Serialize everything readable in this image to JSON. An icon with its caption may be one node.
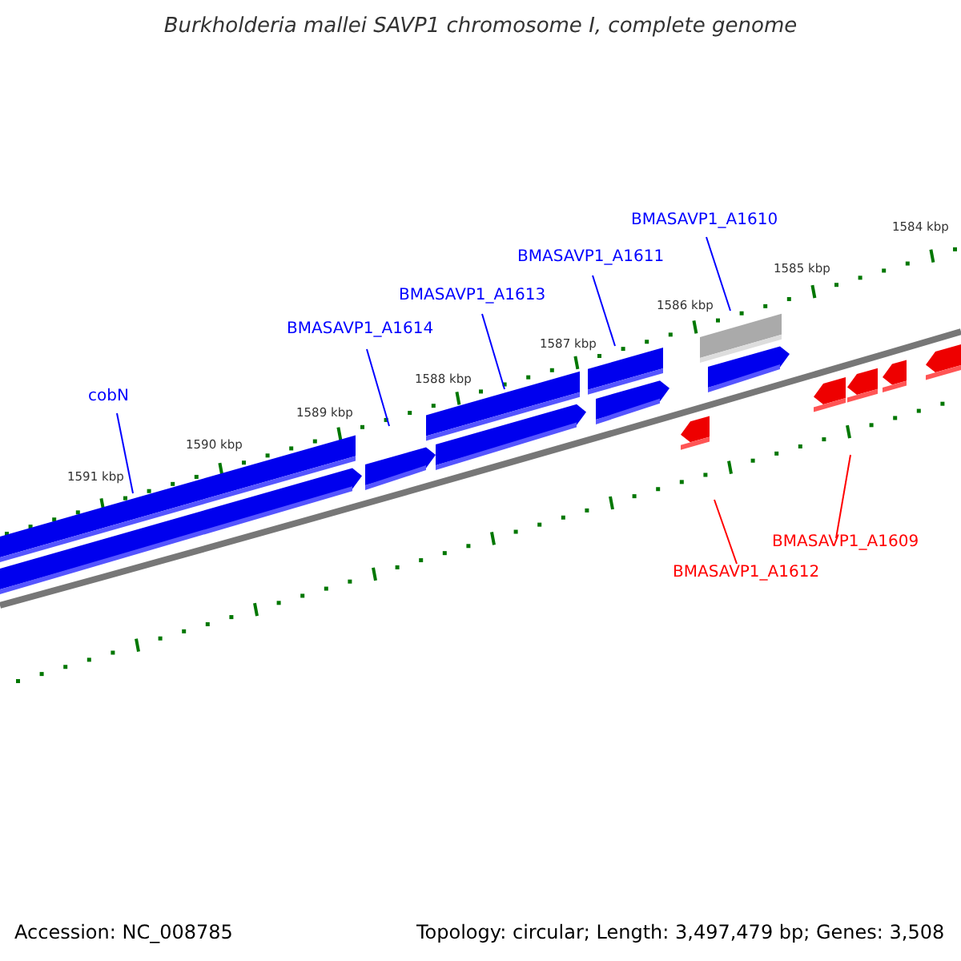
{
  "diagram": {
    "title": "Burkholderia mallei SAVP1 chromosome I, complete genome",
    "nodes": [
      {
        "text": [
          "cobN"
        ]
      },
      {
        "text": [
          "BMASAVP1_A1614"
        ]
      },
      {
        "text": [
          "BMASAVP1_A1613"
        ]
      },
      {
        "text": [
          "BMASAVP1_A1611"
        ]
      },
      {
        "text": [
          "BMASAVP1_A1610"
        ]
      },
      {
        "text": [
          "BMASAVP1_A1612"
        ]
      },
      {
        "text": [
          "BMASAVP1_A1609"
        ]
      }
    ],
    "edges": [
      {
        "from": 0,
        "to": null,
        "arrow": "none"
      },
      {
        "from": 1,
        "to": null,
        "arrow": "none"
      },
      {
        "from": 2,
        "to": null,
        "arrow": "none"
      },
      {
        "from": 3,
        "to": null,
        "arrow": "none"
      },
      {
        "from": 4,
        "to": null,
        "arrow": "none"
      },
      {
        "from": 5,
        "to": null,
        "arrow": "none",
        "color": "#ff0000"
      },
      {
        "from": 6,
        "to": null,
        "arrow": "none",
        "color": "#ff0000"
      }
    ],
    "labels": [
      "1584 kbp",
      "1585 kbp",
      "1586 kbp",
      "1587 kbp",
      "1588 kbp",
      "1589 kbp",
      "1590 kbp",
      "1591 kbp",
      "Accession: NC_008785",
      "Topology: circular; Length: 3,497,479 bp; Genes: 3,508"
    ]
  }
}
